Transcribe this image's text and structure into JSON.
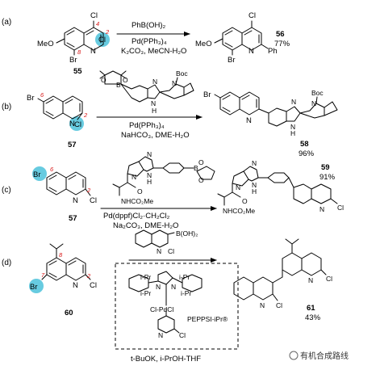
{
  "panels": {
    "a": {
      "tag": "(a)",
      "reagent": "PhB(OH)₂",
      "cond1": "Pd(PPh₃)₄",
      "cond2": "K₂CO₃, MeCN-H₂O",
      "sm_num": "55",
      "prod_num": "56",
      "yield": "77%",
      "sm_atoms": {
        "cl_top": "Cl",
        "cl_hl": "Cl",
        "meo": "MeO",
        "br": "Br",
        "n": "N",
        "pos4": "4",
        "pos2": "2",
        "pos8": "8"
      },
      "prod_atoms": {
        "cl": "Cl",
        "meo": "MeO",
        "br": "Br",
        "n": "N",
        "ph": "Ph"
      }
    },
    "b": {
      "tag": "(b)",
      "cond1": "Pd(PPh₃)₄",
      "cond2": "NaHCO₃, DME-H₂O",
      "sm_num": "57",
      "prod_num": "58",
      "yield": "96%",
      "sm_atoms": {
        "br": "Br",
        "n": "N",
        "cl": "Cl",
        "pos6": "6",
        "pos2": "2"
      },
      "reagent_atoms": {
        "b": "B",
        "o1": "O",
        "o2": "O",
        "n1": "N",
        "nh": "N",
        "h": "H",
        "boc": "Boc",
        "n2": "N"
      },
      "prod_atoms": {
        "br": "Br",
        "n": "N",
        "n1": "N",
        "nh": "N",
        "h": "H",
        "boc": "Boc",
        "n2": "N"
      }
    },
    "c": {
      "tag": "(c)",
      "cond1": "Pd(dppf)Cl₂·CH₂Cl₂",
      "cond2": "Na₂CO₃, DME-H₂O",
      "sm_num": "57",
      "prod_num": "59",
      "yield": "91%",
      "sm_atoms": {
        "br": "Br",
        "n": "N",
        "cl": "Cl",
        "pos6": "6",
        "pos2": "2"
      },
      "reagent_atoms": {
        "n": "N",
        "o": "O",
        "nhco": "NHCO₂Me",
        "n_im": "N",
        "nh": "N",
        "h": "H",
        "b": "B",
        "o1": "O",
        "o2": "O"
      },
      "prod_atoms": {
        "n": "N",
        "o": "O",
        "nhco": "NHCO₂Me",
        "n_im": "N",
        "nh": "N",
        "h": "H",
        "nq": "N",
        "cl": "Cl"
      }
    },
    "d": {
      "tag": "(d)",
      "reagent": "B(OH)₂",
      "reagent_atoms": {
        "n": "N",
        "cl": "Cl"
      },
      "catalyst_atoms": {
        "ipr1": "i-Pr",
        "ipr2": "i-Pr",
        "ipr3": "i-Pr",
        "ipr4": "i-Pr",
        "n1": "N",
        "n2": "N",
        "pdcl": "Cl-PdCl",
        "n_py": "N",
        "cl_py": "Cl"
      },
      "catalyst_name": "PEPPSI-iPr®",
      "cond2": "t-BuOK, i-PrOH-THF",
      "sm_num": "60",
      "prod_num": "61",
      "yield": "43%",
      "sm_atoms": {
        "br": "Br",
        "n": "N",
        "cl": "Cl",
        "pos8": "8",
        "pos7": "7",
        "pos2": "2"
      },
      "prod_atoms": {
        "n1": "N",
        "cl1": "Cl",
        "n2": "N",
        "cl2": "Cl"
      }
    }
  },
  "watermark": "有机合成路线",
  "colors": {
    "highlight": "#67cbe0",
    "locant": "#d81818"
  }
}
